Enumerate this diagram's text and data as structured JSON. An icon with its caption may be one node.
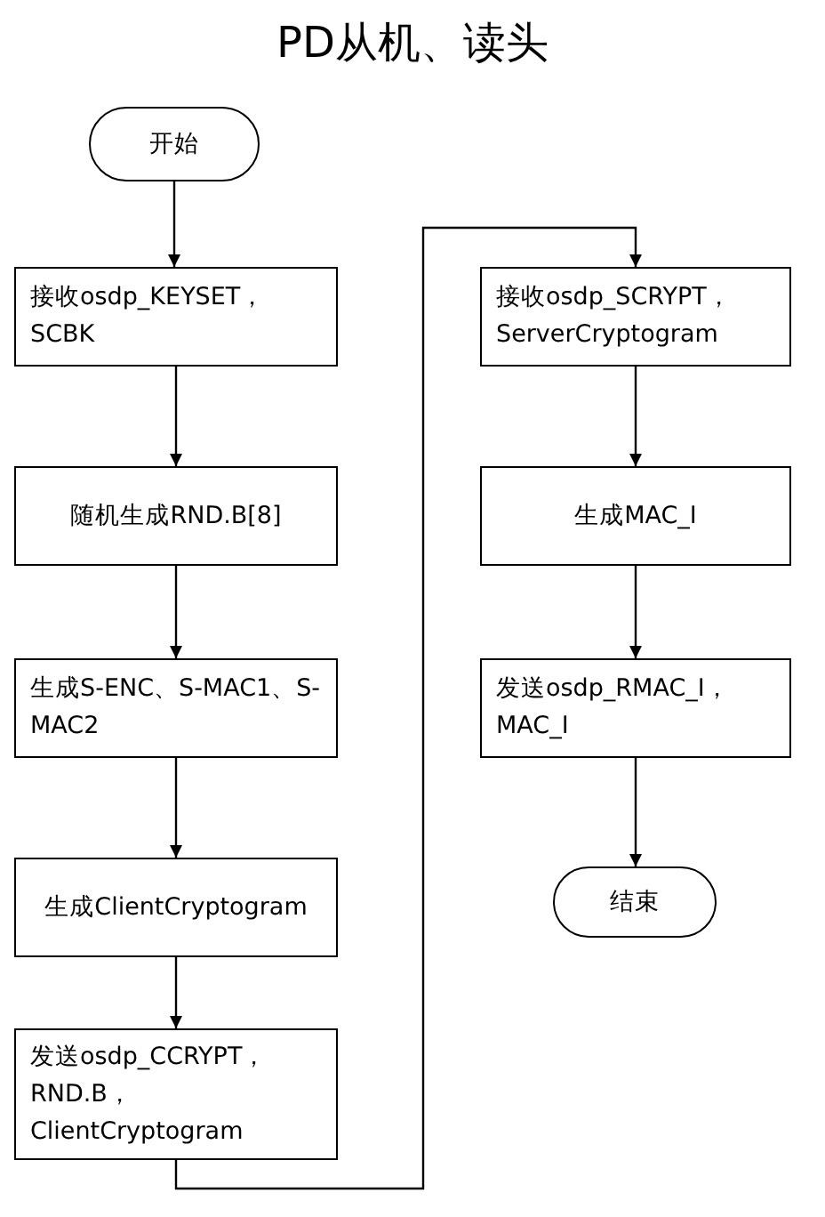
{
  "diagram": {
    "title": "PD从机、读头",
    "nodes": [
      {
        "text": [
          "开始"
        ]
      },
      {
        "text": [
          "接收osdp_KEYSET，SCBK"
        ]
      },
      {
        "text": [
          "随机生成RND.B[8]"
        ]
      },
      {
        "text": [
          "生成S-ENC、S-MAC1、S-MAC2"
        ]
      },
      {
        "text": [
          "生成ClientCryptogram"
        ]
      },
      {
        "text": [
          "发送osdp_CCRYPT，RND.B，ClientCryptogram"
        ]
      },
      {
        "text": [
          "接收osdp_SCRYPT，ServerCryptogram"
        ]
      },
      {
        "text": [
          "生成MAC_I"
        ]
      },
      {
        "text": [
          "发送osdp_RMAC_I，MAC_I"
        ]
      },
      {
        "text": [
          "结束"
        ]
      }
    ],
    "edges": [
      {
        "from": 0,
        "to": 1,
        "arrow": "to"
      },
      {
        "from": 1,
        "to": 2,
        "arrow": "to"
      },
      {
        "from": 2,
        "to": 3,
        "arrow": "to"
      },
      {
        "from": 3,
        "to": 4,
        "arrow": "to"
      },
      {
        "from": 4,
        "to": 5,
        "arrow": "to"
      },
      {
        "from": 5,
        "to": 6,
        "arrow": "to"
      },
      {
        "from": 6,
        "to": 7,
        "arrow": "to"
      },
      {
        "from": 7,
        "to": 8,
        "arrow": "to"
      },
      {
        "from": 8,
        "to": 9,
        "arrow": "to"
      }
    ]
  }
}
